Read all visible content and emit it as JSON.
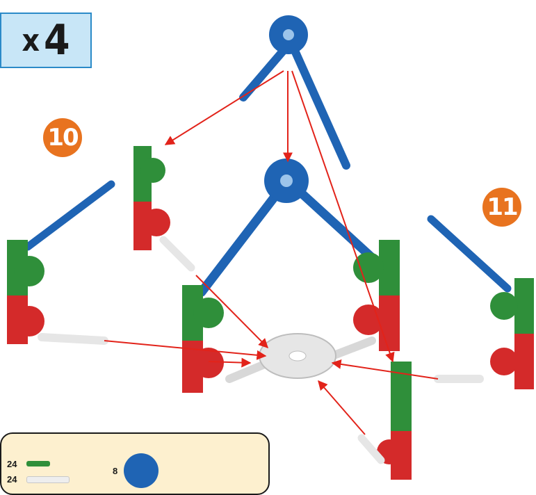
{
  "multiplier": {
    "x": "x",
    "count": "4"
  },
  "steps": {
    "a": "10",
    "b": "11"
  },
  "parts": [
    {
      "count": "24",
      "name": "green-connector"
    },
    {
      "count": "24",
      "name": "white-rod"
    },
    {
      "count": "8",
      "name": "blue-hub"
    }
  ],
  "colors": {
    "blue": "#1f64b4",
    "green": "#2f8f3a",
    "red": "#d42a2a",
    "white": "#e6e6e6",
    "arrow": "#e2231a",
    "badge": "#e8731f",
    "box_fill": "#c8e6f7",
    "box_border": "#2b8ac8",
    "parts_fill": "#fdf0cf"
  }
}
